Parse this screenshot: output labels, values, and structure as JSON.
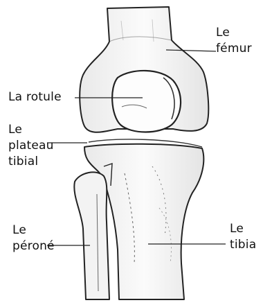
{
  "colors": {
    "outline": "#222222",
    "bone_fill": "#f7f7f7",
    "text": "#111111",
    "background": "#ffffff"
  },
  "labels": {
    "femur": [
      "Le",
      "fémur"
    ],
    "rotule": [
      "La rotule"
    ],
    "plateau": [
      "Le",
      "plateau",
      "tibial"
    ],
    "perone": [
      "Le",
      "péroné"
    ],
    "tibia": [
      "Le",
      "tibia"
    ]
  },
  "bones": [
    "femur",
    "rotule",
    "tibia",
    "perone"
  ]
}
